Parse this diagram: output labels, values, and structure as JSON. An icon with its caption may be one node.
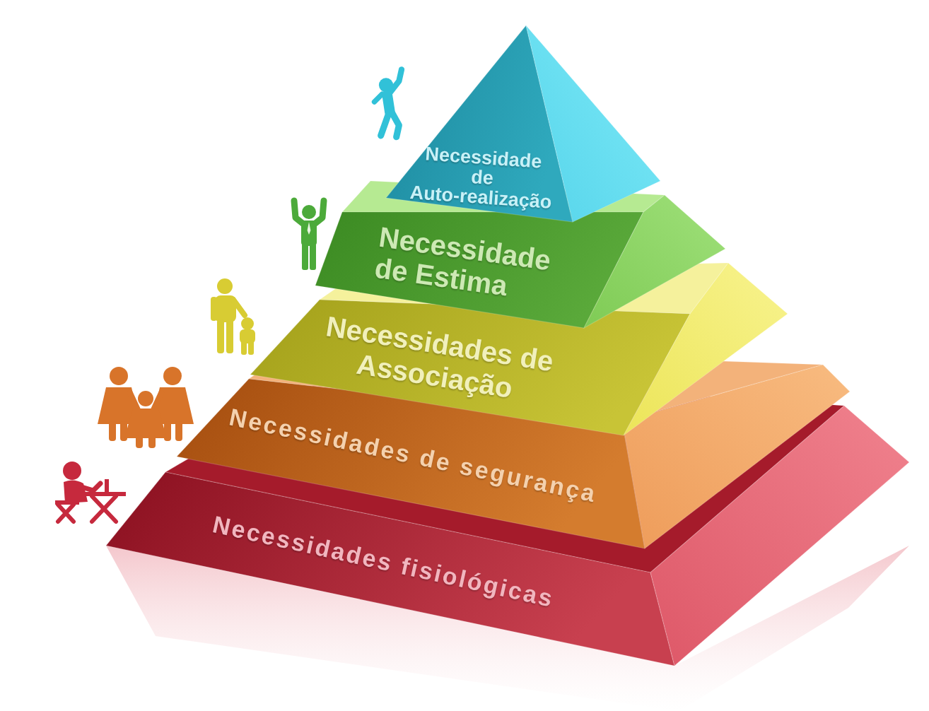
{
  "diagram": {
    "nodes": [
      {
        "text": [
          "Necessidade de Auto-realização"
        ]
      },
      {
        "text": [
          "Necessidade de Estima"
        ]
      },
      {
        "text": [
          "Necessidades de Associação"
        ]
      },
      {
        "text": [
          "Necessidades de segurança"
        ]
      },
      {
        "text": [
          "Necessidades fisiológicas"
        ]
      }
    ]
  }
}
